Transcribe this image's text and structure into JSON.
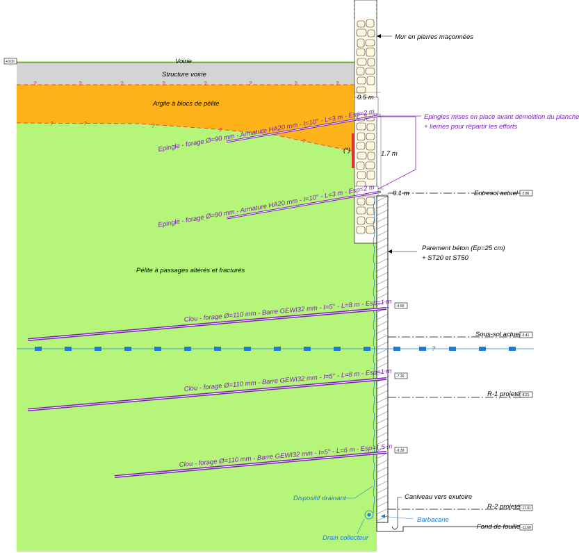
{
  "colors": {
    "soil_green": "#b4f57a",
    "clay_orange": "#ffb31a",
    "road_grey": "#d4d4d4",
    "nail_purple": "#7a1fb3",
    "annotation_purple": "#8c1fd1",
    "water_blue": "#1e7bd6",
    "red_dash": "#e0322a"
  },
  "layers": {
    "voirie": "Voirie",
    "structure": "Structure voirie",
    "argile": "Argile à blocs de pélite",
    "pelite": "Pélite à passages altérés et fracturés"
  },
  "wall": {
    "masonry": "Mur en pierres maçonnées",
    "parement_line1": "Parement béton (Ep=25 cm)",
    "parement_line2": "+ ST20 et ST50"
  },
  "epingles": {
    "note_line1": "Epingles mises en place avant démolition du plancher",
    "note_line2": "+ liernes pour répartir les efforts",
    "row1": "Epingle - forage Ø=90 mm - Armature HA20 mm - I=10° - L=3 m - Esp=2 m",
    "row2": "Epingle - forage Ø=90 mm - Armature HA20 mm - I=10° - L=3 m - Esp=2 m"
  },
  "clous": {
    "row1": "Clou - forage Ø=110 mm - Barre GEWI32 mm - I=5° - L=8 m - Esp=1 m",
    "row2": "Clou - forage Ø=110 mm - Barre GEWI32 mm - I=5° - L=8 m - Esp=1 m",
    "row3": "Clou - forage Ø=110 mm - Barre GEWI32 mm - I=5° - L=6 m - Esp=1,5 m"
  },
  "dimensions": {
    "d05": "0.5 m",
    "d17": "1.7 m",
    "d01": "0.1 m",
    "star": "(*)"
  },
  "levels": {
    "entresol": "Entresol actuel",
    "soussol": "Sous-sol actuel",
    "r1": "R-1 projeté",
    "r2": "R-2 projeté",
    "fond": "Fond de fouille"
  },
  "drainage": {
    "caniveau": "Caniveau vers exutoire",
    "drainant": "Dispositif drainant",
    "barbacane": "Barbacane",
    "collecteur": "Drain collecteur",
    "water_mark": "?"
  },
  "soil_marks": {
    "q": "?"
  },
  "tags": {
    "voirie_tag": "+0.00",
    "entresol_tag": "-2.86",
    "soussol_tag": "-5.41",
    "r1_tag": "-8.21",
    "r2_tag": "-11.01",
    "fond_tag": "-11.60",
    "nail1_tag": "-4.60",
    "nail2_tag": "-7.30",
    "nail3_tag": "-9.30"
  }
}
